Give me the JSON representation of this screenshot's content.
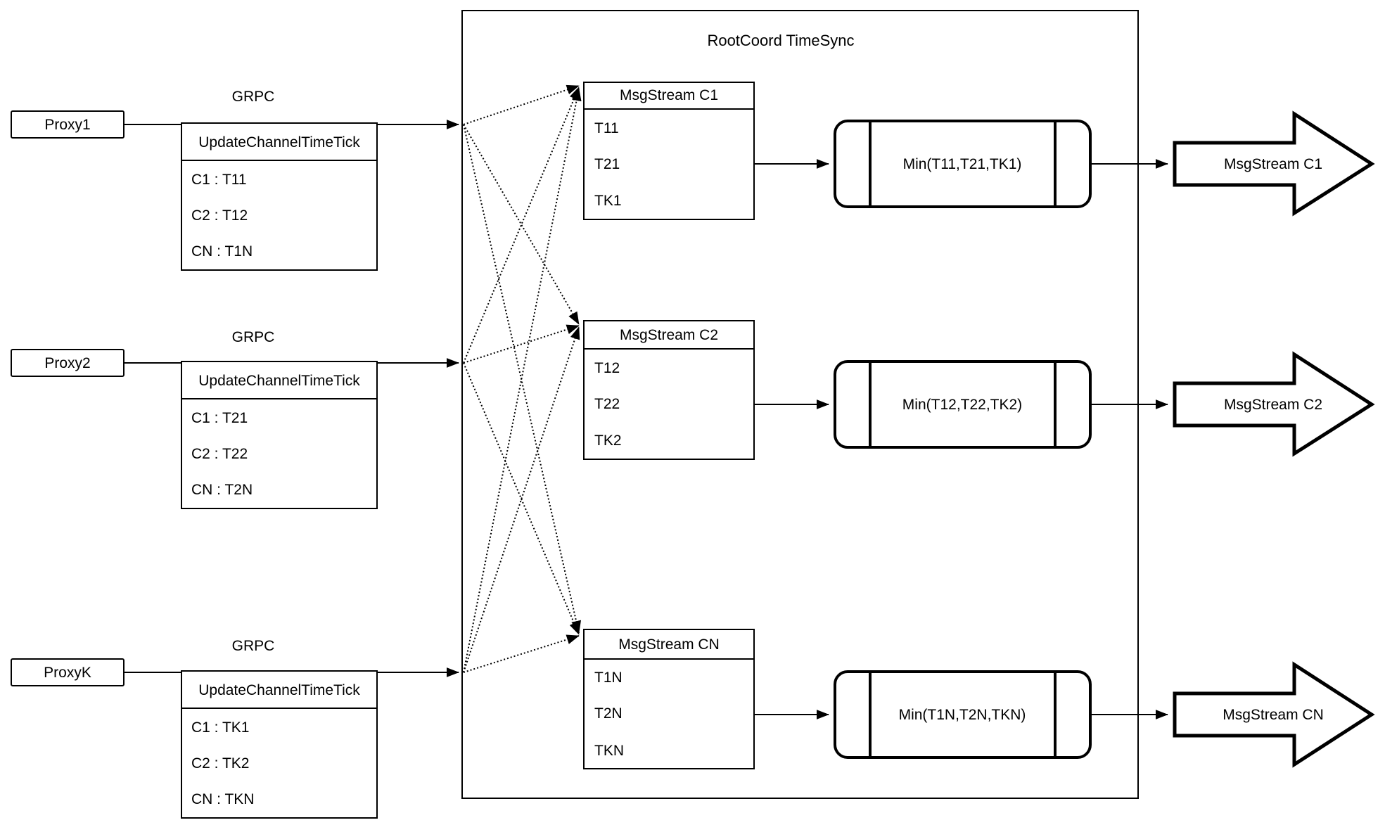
{
  "colors": {
    "stroke": "#000000",
    "background": "#ffffff"
  },
  "container": {
    "title": "RootCoord TimeSync"
  },
  "rows": [
    {
      "proxy_label": "Proxy1",
      "grpc_label": "GRPC",
      "update_table": {
        "header": "UpdateChannelTimeTick",
        "rows": [
          "C1 : T11",
          "C2 : T12",
          "CN : T1N"
        ]
      },
      "msgstream_table": {
        "header": "MsgStream C1",
        "rows": [
          "T11",
          "T21",
          "TK1"
        ]
      },
      "min_label": "Min(T11,T21,TK1)",
      "output_label": "MsgStream C1"
    },
    {
      "proxy_label": "Proxy2",
      "grpc_label": "GRPC",
      "update_table": {
        "header": "UpdateChannelTimeTick",
        "rows": [
          "C1 : T21",
          "C2 : T22",
          "CN : T2N"
        ]
      },
      "msgstream_table": {
        "header": "MsgStream C2",
        "rows": [
          "T12",
          "T22",
          "TK2"
        ]
      },
      "min_label": "Min(T12,T22,TK2)",
      "output_label": "MsgStream C2"
    },
    {
      "proxy_label": "ProxyK",
      "grpc_label": "GRPC",
      "update_table": {
        "header": "UpdateChannelTimeTick",
        "rows": [
          "C1 : TK1",
          "C2 : TK2",
          "CN : TKN"
        ]
      },
      "msgstream_table": {
        "header": "MsgStream CN",
        "rows": [
          "T1N",
          "T2N",
          "TKN"
        ]
      },
      "min_label": "Min(T1N,T2N,TKN)",
      "output_label": "MsgStream CN"
    }
  ]
}
